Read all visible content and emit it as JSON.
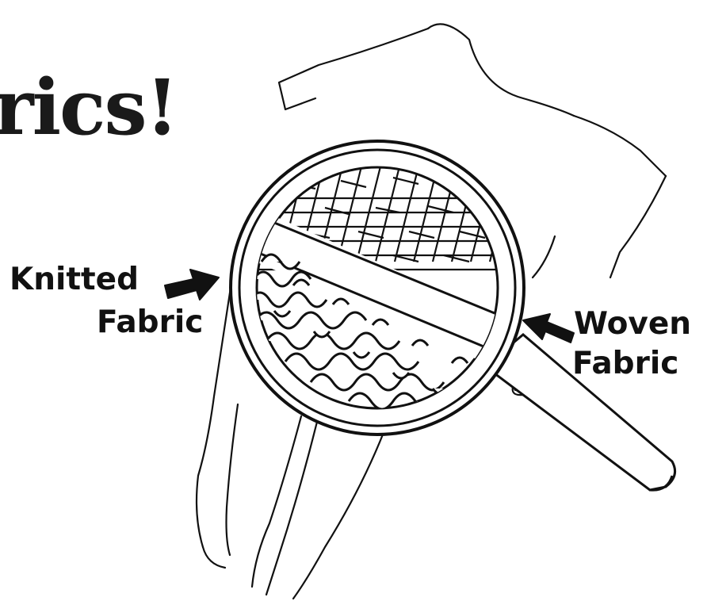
{
  "title": "rics!",
  "labels": {
    "knitted_line1": "Knitted",
    "knitted_line2": "Fabric",
    "woven_line1": "Woven",
    "woven_line2": "Fabric"
  },
  "colors": {
    "ink": "#111111",
    "paper": "#ffffff"
  },
  "icons": {
    "shirt": "shirt-outline",
    "lens": "magnifying-glass",
    "arrows": [
      "arrow-right",
      "arrow-left"
    ]
  }
}
